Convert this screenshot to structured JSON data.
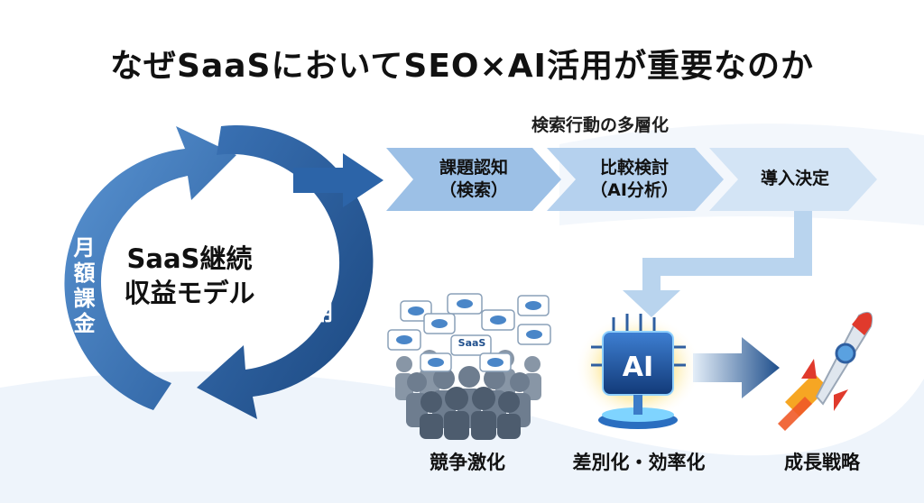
{
  "title": "なぜSaaSにおいてSEO×AI活用が重要なのか",
  "subtitle": "検索行動の多層化",
  "cycle": {
    "center_line1": "SaaS継続",
    "center_line2": "収益モデル",
    "left": "月額課金",
    "right": "長期利用"
  },
  "funnel": [
    {
      "line1": "課題認知",
      "line2": "（検索）"
    },
    {
      "line1": "比較検討",
      "line2": "（AI分析）"
    },
    {
      "line1": "導入決定",
      "line2": ""
    }
  ],
  "crowd_badge": "SaaS",
  "ai_chip": "AI",
  "bottom_labels": [
    "競争激化",
    "差別化・効率化",
    "成長戦略"
  ],
  "colors": {
    "dark_blue": "#1f4f8c",
    "mid_blue": "#4a86c8",
    "light_blue": "#b9d4ee",
    "rocket_red": "#e03a2c"
  }
}
